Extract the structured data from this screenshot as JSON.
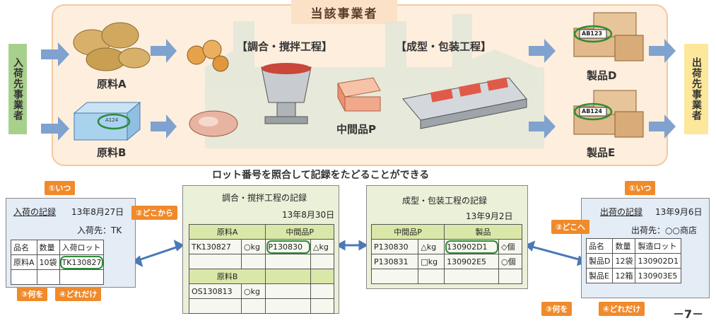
{
  "side": {
    "supplier": "入荷先事業者",
    "customer": "出荷先事業者"
  },
  "business": {
    "title": "当該事業者"
  },
  "processes": {
    "mixing": "【調合・撹拌工程】",
    "forming": "【成型・包装工程】"
  },
  "materials": {
    "a": "原料A",
    "b": "原料B",
    "intermediate": "中間品P",
    "b_box_label": "A124"
  },
  "products": {
    "d": "製品D",
    "e": "製品E",
    "d_box_label": "AB123",
    "e_box_label": "AB124"
  },
  "caption": "ロット番号を照合して記録をたどることができる",
  "page_number": "－7－",
  "tags": {
    "when": "①いつ",
    "from": "②どこから",
    "to": "②どこへ",
    "what": "③何を",
    "howmuch": "④どれだけ"
  },
  "receiving_record": {
    "title": "入荷の記録",
    "date": "13年8月27日",
    "source": "入荷先：TK",
    "headers": [
      "品名",
      "数量",
      "入荷ロット"
    ],
    "rows": [
      [
        "原料A",
        "10袋",
        "TK130827"
      ]
    ]
  },
  "mixing_record": {
    "title": "調合・撹拌工程の記録",
    "date": "13年8月30日",
    "col1_header": "原料A",
    "col2_header": "中間品P",
    "rows_a": [
      [
        "TK130827",
        "○kg",
        "P130830",
        "△kg"
      ]
    ],
    "col1_header_b": "原料B",
    "rows_b": [
      [
        "OS130813",
        "○kg"
      ]
    ]
  },
  "forming_record": {
    "title": "成型・包装工程の記録",
    "date": "13年9月2日",
    "col1_header": "中間品P",
    "col2_header": "製品",
    "rows": [
      [
        "P130830",
        "△kg",
        "130902D1",
        "◇個"
      ],
      [
        "P130831",
        "□kg",
        "130902E5",
        "○個"
      ]
    ]
  },
  "shipping_record": {
    "title": "出荷の記録",
    "date": "13年9月6日",
    "destination": "出荷先：○○商店",
    "headers": [
      "品名",
      "数量",
      "製造ロット"
    ],
    "rows": [
      [
        "製品D",
        "12袋",
        "130902D1"
      ],
      [
        "製品E",
        "12箱",
        "130903E5"
      ]
    ]
  },
  "colors": {
    "supplier_bg": "#a8d08d",
    "customer_bg": "#fde79a",
    "factory_bg": "#fdeedd",
    "record_left_bg": "#e4ecf6",
    "record_mid_bg": "#ebf0d8",
    "tag": "#f08a2a",
    "arrow": "#7fa2cf",
    "highlight": "#2e8b3a"
  }
}
